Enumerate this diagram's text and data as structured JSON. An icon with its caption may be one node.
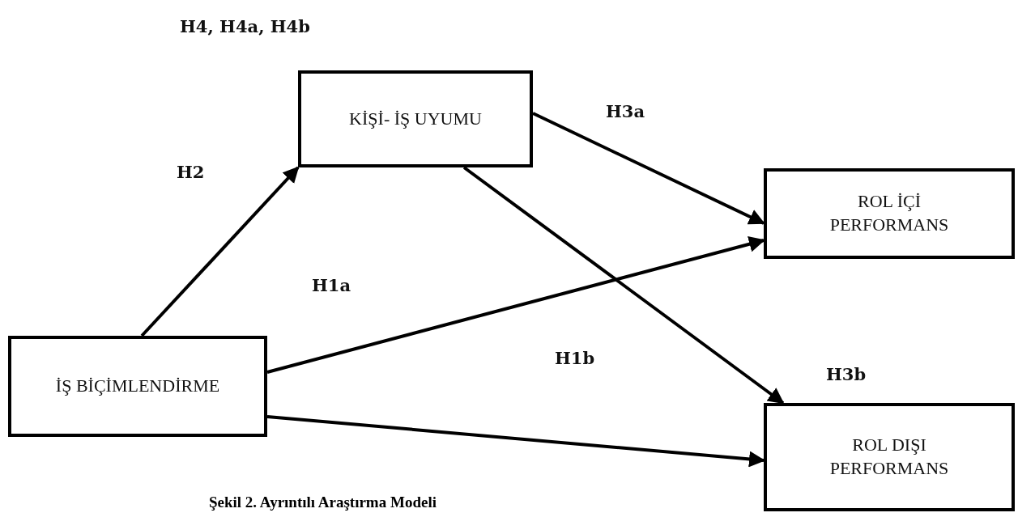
{
  "diagram": {
    "caption": "Şekil 2. Ayrıntılı Araştırma Modeli",
    "nodes": [
      {
        "text": [
          "KİŞİ- İŞ UYUMU"
        ]
      },
      {
        "text": [
          "ROL İÇİ PERFORMANS"
        ]
      },
      {
        "text": [
          "İŞ BİÇİMLENDİRME"
        ]
      },
      {
        "text": [
          "ROL DIŞI PERFORMANS"
        ]
      }
    ],
    "edges": [
      {
        "from": 2,
        "to": 0,
        "arrow": "to",
        "label": "H2"
      },
      {
        "from": 0,
        "to": 1,
        "arrow": "to",
        "label": "H3a"
      },
      {
        "from": 0,
        "to": 3,
        "arrow": "to",
        "label": "H3b"
      },
      {
        "from": 2,
        "to": 1,
        "arrow": "to",
        "label": "H1a"
      },
      {
        "from": 2,
        "to": 3,
        "arrow": "to",
        "label": "H1b"
      }
    ],
    "labels": [
      "H4, H4a, H4b"
    ]
  }
}
